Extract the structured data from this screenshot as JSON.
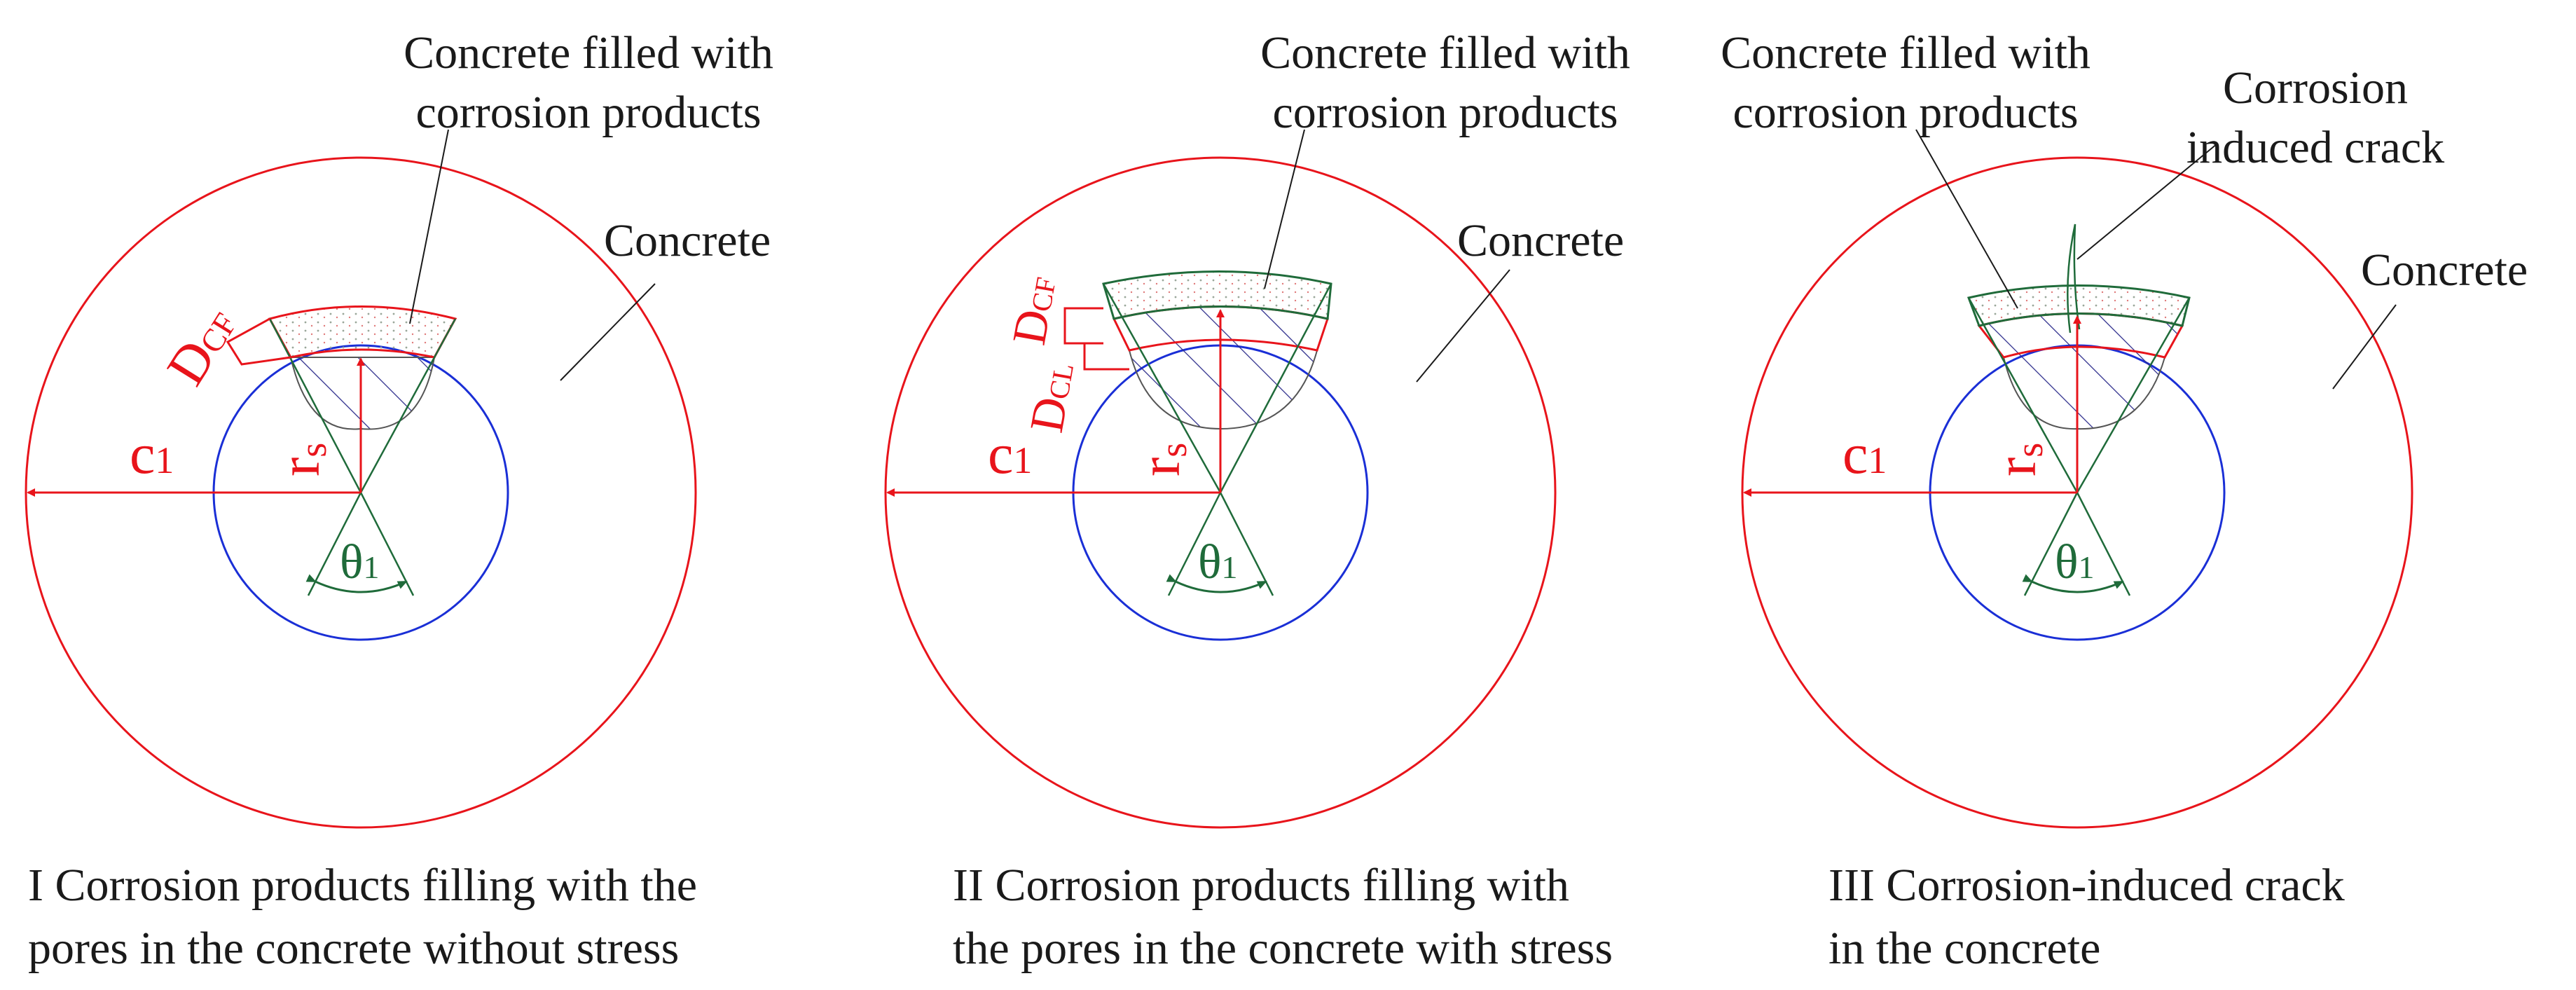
{
  "panels": [
    {
      "labels": {
        "filled": [
          "Concrete filled with",
          "corrosion products"
        ],
        "concrete": "Concrete",
        "d_cf": "D",
        "d_cf_sub": "CF",
        "c1": "c",
        "c1_sub": "1",
        "rs": "r",
        "rs_sub": "s",
        "theta": "θ",
        "theta_sub": "1"
      },
      "caption": [
        "I Corrosion products filling with the",
        "pores in the concrete without stress"
      ]
    },
    {
      "labels": {
        "filled": [
          "Concrete filled with",
          "corrosion products"
        ],
        "concrete": "Concrete",
        "d_cf": "D",
        "d_cf_sub": "CF",
        "d_cl": "D",
        "d_cl_sub": "CL",
        "c1": "c",
        "c1_sub": "1",
        "rs": "r",
        "rs_sub": "s",
        "theta": "θ",
        "theta_sub": "1"
      },
      "caption": [
        "II Corrosion products filling with",
        "the pores in the concrete with stress"
      ]
    },
    {
      "labels": {
        "filled": [
          "Concrete filled with",
          "corrosion products"
        ],
        "crack": [
          "Corrosion",
          "induced crack"
        ],
        "concrete": "Concrete",
        "c1": "c",
        "c1_sub": "1",
        "rs": "r",
        "rs_sub": "s",
        "theta": "θ",
        "theta_sub": "1"
      },
      "caption": [
        "III Corrosion-induced crack",
        "in the concrete"
      ]
    }
  ],
  "colors": {
    "concrete_circle": "#e8141b",
    "rebar_circle": "#1a2fd6",
    "sector": "#1f6b3a",
    "hatch": "#2a2a8a",
    "leader": "#1a1a1a"
  }
}
